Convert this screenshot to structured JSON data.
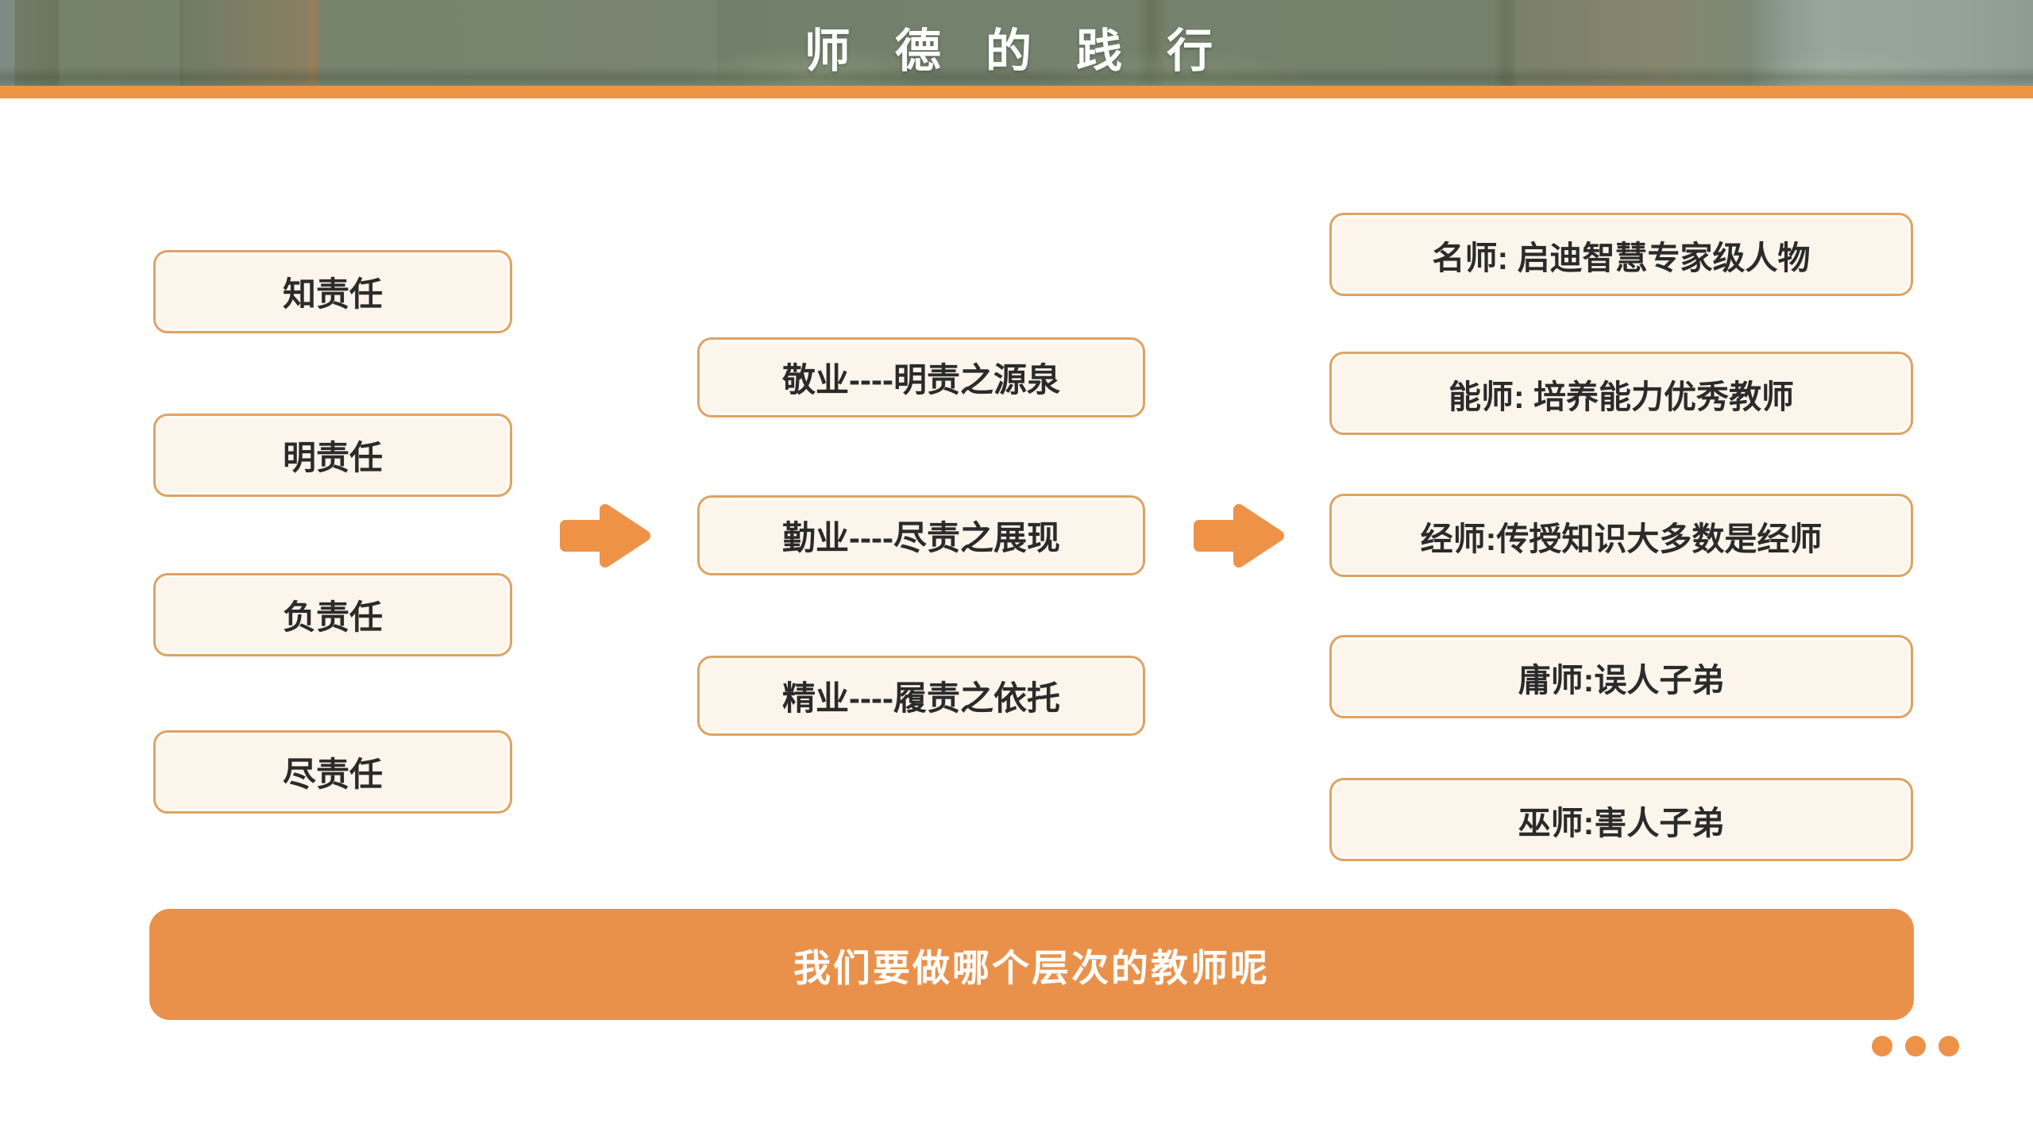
{
  "header": {
    "title": "师 德 的 践 行"
  },
  "left_column": [
    "知责任",
    "明责任",
    "负责任",
    "尽责任"
  ],
  "middle_column": [
    "敬业----明责之源泉",
    "勤业----尽责之展现",
    "精业----履责之依托"
  ],
  "right_column": [
    "名师: 启迪智慧专家级人物",
    "能师: 培养能力优秀教师",
    "经师:传授知识大多数是经师",
    "庸师:误人子弟",
    "巫师:害人子弟"
  ],
  "banner": {
    "text": "我们要做哪个层次的教师呢"
  },
  "icons": {
    "arrow": "right-arrow-icon",
    "dots": "slide-progress-dots"
  },
  "colors": {
    "accent_orange": "#EE9445",
    "banner_orange": "#E9914B",
    "arrow_orange": "#EE9247",
    "box_border": "#E0A262",
    "box_fill": "#FCF5EC",
    "header_green": "#75826D",
    "text_dark": "#2B2B2B",
    "title_white": "#FFFFFF"
  }
}
